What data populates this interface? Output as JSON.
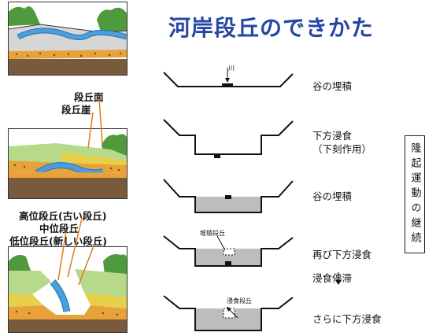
{
  "title": "河岸段丘のできかた",
  "left_labels": {
    "terrace_surface": "段丘面",
    "terrace_cliff": "段丘崖",
    "high_terrace": "高位段丘(古い段丘)",
    "mid_terrace": "中位段丘",
    "low_terrace": "低位段丘(新しい段丘)"
  },
  "stages": [
    {
      "label": "谷の埋積",
      "note": "川"
    },
    {
      "label": "下方浸食",
      "sublabel": "（下刻作用）"
    },
    {
      "label": "谷の埋積"
    },
    {
      "label": "再び下方浸食",
      "note": "堆積段丘",
      "sublabel": "浸食停滞"
    },
    {
      "label": "さらに下方浸食",
      "note": "浸食段丘"
    }
  ],
  "side_box": "隆起運動の継続",
  "colors": {
    "title": "#2546a6",
    "water": "#4aa0dc",
    "gravel": "#e8a23a",
    "earth": "#7a5a3c",
    "grass": "#4f9a3c",
    "fill_gray": "#bdbdbd"
  }
}
